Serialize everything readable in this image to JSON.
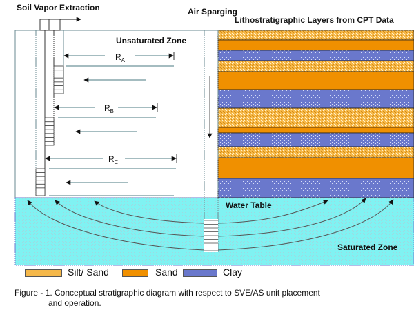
{
  "labels": {
    "soil_vapor_extraction": "Soil Vapor Extraction",
    "air_sparging": "Air Sparging",
    "litho_title": "Lithostratigraphic Layers from CPT Data",
    "unsaturated_zone": "Unsaturated Zone",
    "water_table": "Water Table",
    "saturated_zone": "Saturated Zone"
  },
  "radii": [
    {
      "main": "R",
      "sub": "A"
    },
    {
      "main": "R",
      "sub": "B"
    },
    {
      "main": "R",
      "sub": "C"
    }
  ],
  "layers": [
    "silt_sand",
    "sand",
    "clay",
    "silt_sand",
    "sand",
    "clay",
    "silt_sand",
    "sand",
    "clay",
    "silt_sand",
    "sand",
    "clay"
  ],
  "legend": [
    {
      "key": "silt_sand",
      "label": "Silt/ Sand"
    },
    {
      "key": "sand",
      "label": "Sand"
    },
    {
      "key": "clay",
      "label": "Clay"
    }
  ],
  "colors": {
    "silt_sand": "#f0b040",
    "sand": "#f09000",
    "clay": "#6a78cc",
    "water": "#80f0f0",
    "line": "#4a7a80"
  },
  "caption": {
    "line1": "Figure - 1.  Conceptual stratigraphic diagram with respect to SVE/AS unit placement",
    "line2": "and operation."
  }
}
